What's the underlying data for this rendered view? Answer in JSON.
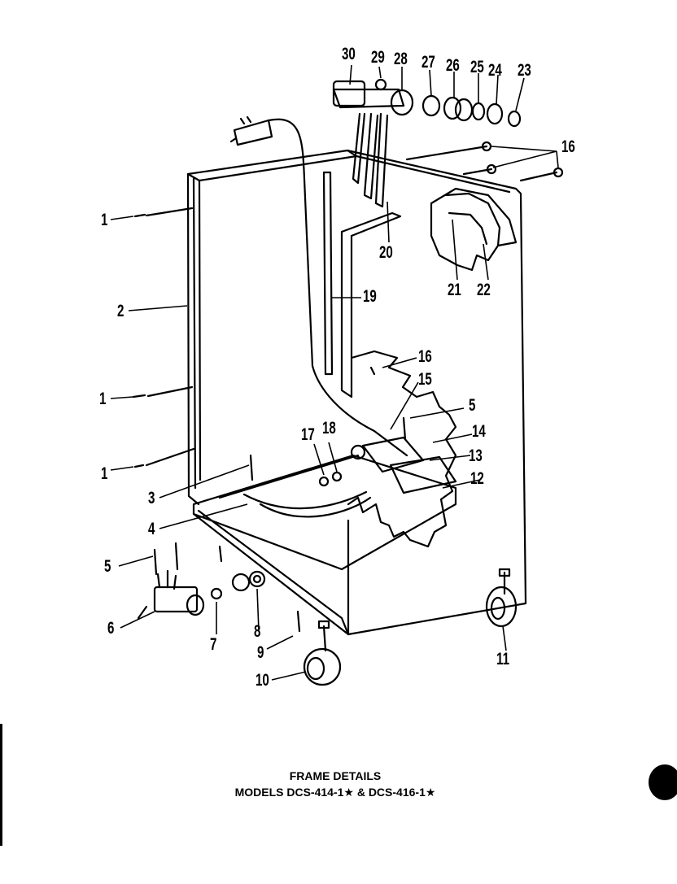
{
  "caption": {
    "title": "FRAME DETAILS",
    "models": "MODELS DCS-414-1★ & DCS-416-1★"
  },
  "callouts": [
    "1",
    "1",
    "1",
    "2",
    "3",
    "4",
    "5",
    "5",
    "6",
    "7",
    "8",
    "9",
    "10",
    "11",
    "12",
    "13",
    "14",
    "15",
    "16",
    "16",
    "17",
    "18",
    "19",
    "20",
    "21",
    "22",
    "23",
    "24",
    "25",
    "26",
    "27",
    "28",
    "29",
    "30"
  ],
  "colors": {
    "ink": "#000000",
    "paper": "#ffffff"
  }
}
